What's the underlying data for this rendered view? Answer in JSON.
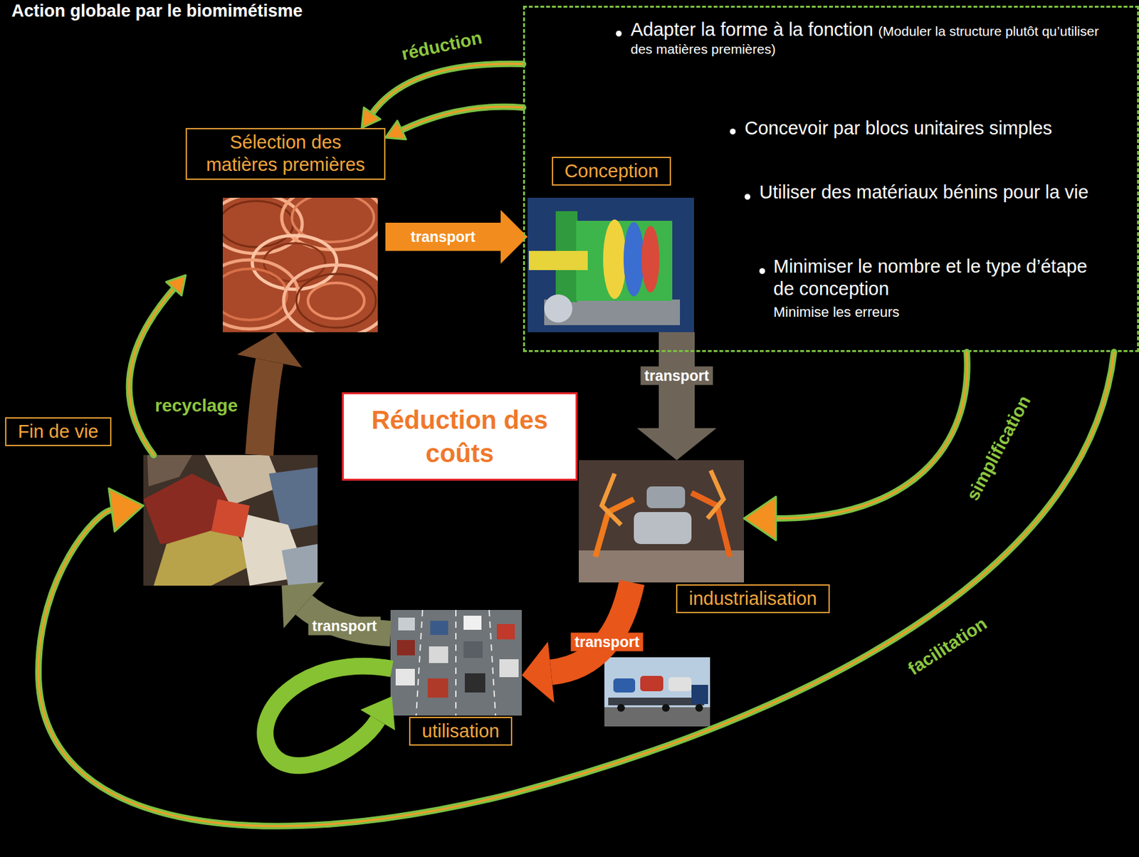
{
  "diagram": {
    "title": "Action globale par le biomimétisme",
    "nodes": [
      {
        "text": [
          "Sélection des matières premières"
        ]
      },
      {
        "text": [
          "Adapter la forme à la fonction",
          "(Moduler la structure plutôt qu’utiliser des matières premières)",
          "Concevoir par blocs unitaires simples",
          "Utiliser des matériaux bénins pour la vie",
          "Minimiser le nombre et le type d’étape de conception",
          "Minimise les erreurs"
        ]
      },
      {
        "text": [
          "Conception"
        ],
        "in": 1
      },
      {
        "text": [
          "Réduction des coûts"
        ]
      },
      {
        "text": [
          "industrialisation"
        ]
      },
      {
        "text": [
          "utilisation"
        ]
      },
      {
        "text": [
          "Fin de vie"
        ]
      }
    ],
    "edges": [
      {
        "from": 0,
        "to": 2,
        "label": "transport",
        "arrow": "to"
      },
      {
        "from": 2,
        "to": 4,
        "label": "transport",
        "arrow": "to"
      },
      {
        "from": 4,
        "to": 5,
        "label": "transport",
        "arrow": "to"
      },
      {
        "from": 5,
        "to": 6,
        "label": "transport",
        "arrow": "to"
      },
      {
        "from": 6,
        "to": 0,
        "arrow": "to"
      },
      {
        "from": 6,
        "to": 0,
        "label": "recyclage",
        "arrow": "to"
      },
      {
        "from": 1,
        "to": 0,
        "label": "réduction",
        "arrow": "to"
      },
      {
        "from": 1,
        "to": 0,
        "arrow": "to"
      },
      {
        "from": 1,
        "to": 4,
        "label": "simplification",
        "arrow": "to"
      },
      {
        "from": 1,
        "to": 6,
        "label": "facilitation",
        "arrow": "to"
      }
    ]
  }
}
